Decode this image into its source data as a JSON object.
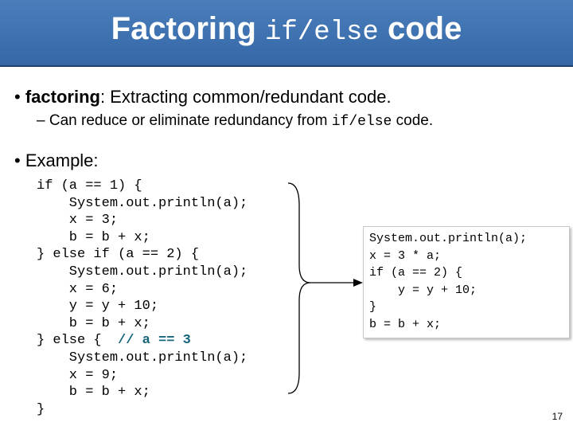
{
  "title": {
    "part1": "Factoring ",
    "code": "if/else",
    "part2": " code"
  },
  "bullets": [
    {
      "mark": "•",
      "term": "factoring",
      "text": ": Extracting common/redundant code."
    },
    {
      "mark": "•",
      "text": "Example:"
    }
  ],
  "subbullet": {
    "mark": "–",
    "text": "Can reduce or eliminate redundancy from ",
    "code": "if/else",
    "text2": " code."
  },
  "code_left": {
    "lines": [
      "if (a == 1) {",
      "    System.out.println(a);",
      "    x = 3;",
      "    b = b + x;",
      "} else if (a == 2) {",
      "    System.out.println(a);",
      "    x = 6;",
      "    y = y + 10;",
      "    b = b + x;"
    ],
    "else_line": "} else {  ",
    "comment": "// a == 3",
    "lines_after": [
      "    System.out.println(a);",
      "    x = 9;",
      "    b = b + x;",
      "}"
    ]
  },
  "code_right": {
    "lines": [
      "System.out.println(a);",
      "x = 3 * a;",
      "if (a == 2) {",
      "    y = y + 10;",
      "}",
      "b = b + x;"
    ]
  },
  "page_number": "17",
  "colors": {
    "title_bar": "#3f74b3",
    "comment": "#17657a"
  }
}
